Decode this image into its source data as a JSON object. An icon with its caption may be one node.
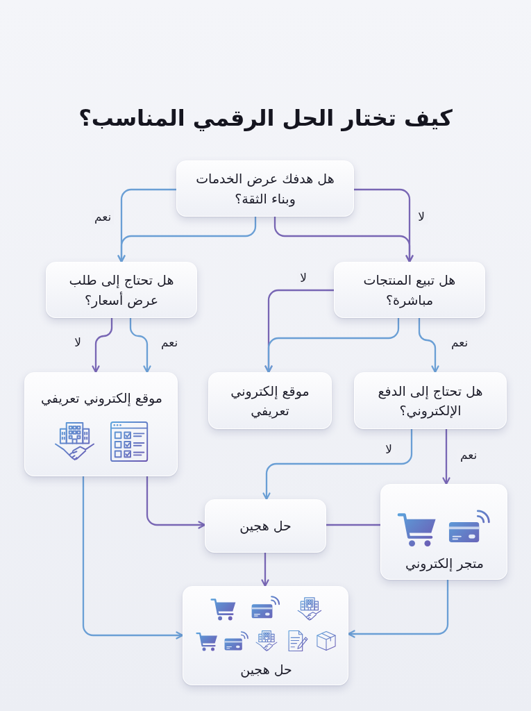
{
  "diagram": {
    "title": "كيف تختار الحل الرقمي المناسب؟",
    "nodes": [
      {
        "text": [
          "هل هدفك عرض الخدمات وبناء الثقة؟"
        ]
      },
      {
        "text": [
          "هل تبيع المنتجات مباشرة؟"
        ]
      },
      {
        "text": [
          "هل تحتاج إلى طلب عرض أسعار؟"
        ]
      },
      {
        "text": [
          "هل تحتاج إلى الدفع الإلكتروني؟"
        ]
      },
      {
        "text": [
          "موقع إلكتروني تعريفي"
        ]
      },
      {
        "text": [
          "موقع إلكتروني تعريفي"
        ]
      },
      {
        "text": [
          "متجر إلكتروني"
        ]
      },
      {
        "text": [
          "حل هجين"
        ]
      },
      {
        "text": [
          "حل هجين"
        ]
      }
    ],
    "edges": [
      {
        "from": 0,
        "to": 2,
        "arrow": "to",
        "label": "نعم"
      },
      {
        "from": 0,
        "to": 2,
        "arrow": "to"
      },
      {
        "from": 0,
        "to": 1,
        "arrow": "to",
        "label": "لا",
        "color": "#7866b4"
      },
      {
        "from": 0,
        "to": 1,
        "arrow": "to",
        "color": "#7866b4"
      },
      {
        "from": 1,
        "to": 4,
        "arrow": "to",
        "label": "لا",
        "color": "#7866b4"
      },
      {
        "from": 1,
        "to": 4,
        "arrow": "to"
      },
      {
        "from": 1,
        "to": 3,
        "arrow": "to",
        "label": "نعم"
      },
      {
        "from": 2,
        "to": 5,
        "arrow": "to",
        "label": "لا",
        "color": "#7866b4"
      },
      {
        "from": 2,
        "to": 5,
        "arrow": "to",
        "label": "نعم"
      },
      {
        "from": 3,
        "to": 7,
        "arrow": "to",
        "label": "لا"
      },
      {
        "from": 3,
        "to": 6,
        "arrow": "to",
        "label": "نعم",
        "color": "#7866b4"
      },
      {
        "from": 5,
        "to": 7,
        "arrow": "to",
        "color": "#7866b4"
      },
      {
        "from": 5,
        "to": 8,
        "arrow": "to"
      },
      {
        "from": 6,
        "to": 7,
        "arrow": "none",
        "color": "#7866b4"
      },
      {
        "from": 6,
        "to": 8,
        "arrow": "to"
      },
      {
        "from": 7,
        "to": 8,
        "arrow": "to",
        "color": "#7866b4"
      }
    ]
  }
}
